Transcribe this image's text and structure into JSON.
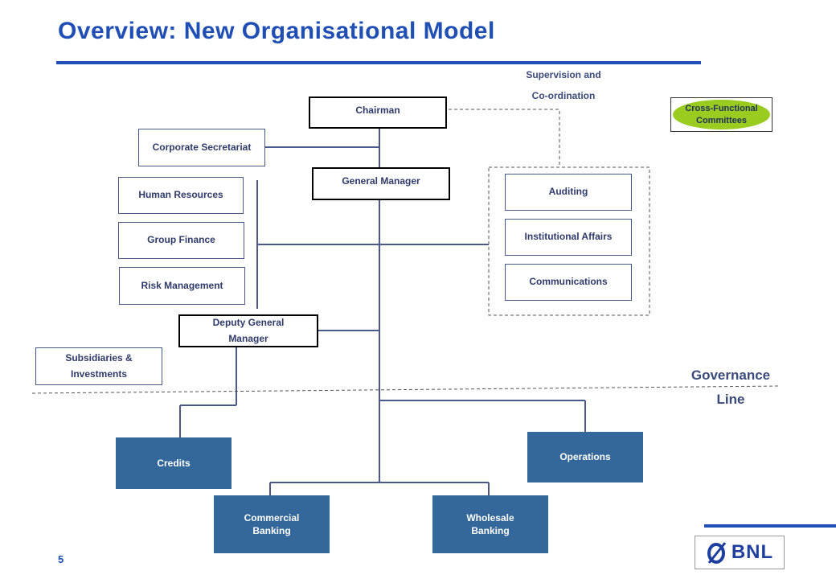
{
  "title": "Overview: New Organisational Model",
  "supervision_label": [
    "Supervision and",
    "Co-ordination"
  ],
  "cross_functional": [
    "Cross-Functional",
    "Committees"
  ],
  "boxes": {
    "chairman": "Chairman",
    "corporate_secretariat": "Corporate Secretariat",
    "general_manager": "General Manager",
    "human_resources": "Human Resources",
    "group_finance": "Group Finance",
    "risk_management": "Risk Management",
    "auditing": "Auditing",
    "institutional_affairs": "Institutional Affairs",
    "communications": "Communications",
    "deputy_general_manager": [
      "Deputy General",
      "Manager"
    ],
    "subsidiaries": [
      "Subsidiaries &",
      "Investments"
    ]
  },
  "business_units": {
    "credits": "Credits",
    "operations": "Operations",
    "commercial_banking": [
      "Commercial",
      "Banking"
    ],
    "wholesale_banking": [
      "Wholesale",
      "Banking"
    ]
  },
  "governance_line": [
    "Governance",
    "Line"
  ],
  "page_number": "5",
  "logo_text": "BNL",
  "colors": {
    "title": "#1f4fb4",
    "unit_fill": "#34679a",
    "committee_fill": "#99cc1f",
    "lines": "#4a5a8a"
  }
}
